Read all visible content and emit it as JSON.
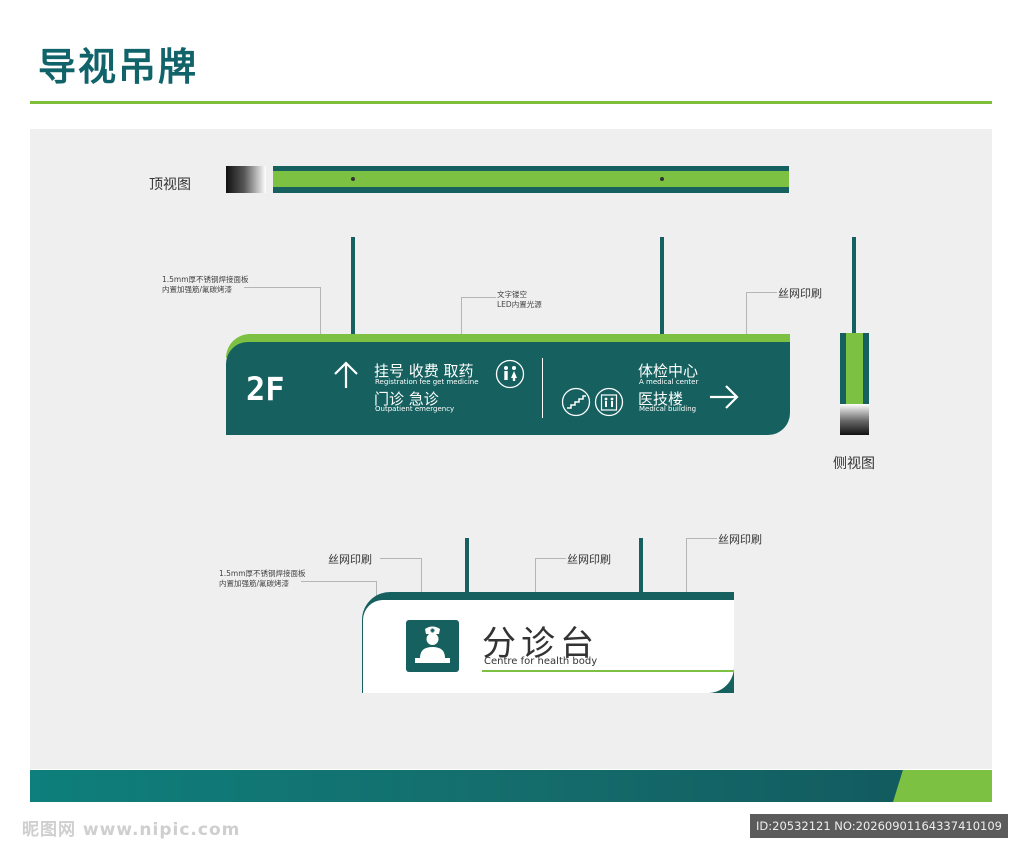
{
  "page": {
    "title": "导视吊牌"
  },
  "views": {
    "top_view_label": "顶视图",
    "side_view_label": "侧视图"
  },
  "annotations": {
    "panel_material_line1": "1.5mm厚不锈钢焊接面板",
    "panel_material_line2": "内置加强筋/氟碳烤漆",
    "text_hollow_line1": "文字镂空",
    "text_hollow_line2": "LED内置光源",
    "screen_print_1": "丝网印刷",
    "sign2_material_line1": "1.5mm厚不锈钢焊接面板",
    "sign2_material_line2": "内置加强筋/氟碳烤漆",
    "screen_print_2": "丝网印刷",
    "screen_print_3": "丝网印刷",
    "screen_print_4": "丝网印刷"
  },
  "sign1": {
    "floor": "2F",
    "left_line1_cn": "挂号 收费 取药",
    "left_line1_en": "Registration fee get medicine",
    "left_line2_cn": "门诊 急诊",
    "left_line2_en": "Outpatient emergency",
    "right_line1_cn": "体检中心",
    "right_line1_en": "A medical center",
    "right_line2_cn": "医技楼",
    "right_line2_en": "Medical building",
    "icons": [
      "up-arrow-icon",
      "restroom-icon",
      "stairs-icon",
      "elevator-icon",
      "right-arrow-icon"
    ]
  },
  "sign2": {
    "title_cn": "分诊台",
    "title_en": "Centre for health body",
    "icon": "nurse-icon"
  },
  "footer": {
    "watermark": "昵图网 www.nipic.com",
    "id_text": "ID:20532121 NO:20260901164337410109"
  },
  "colors": {
    "brand_teal": "#16605f",
    "brand_green": "#7cc142",
    "title_teal": "#11636a"
  }
}
